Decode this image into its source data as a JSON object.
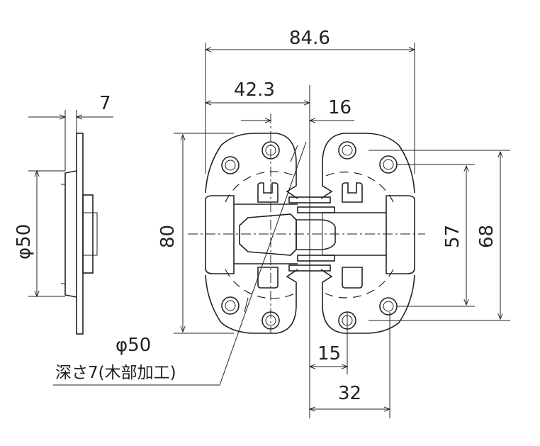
{
  "dimensions": {
    "overall_width": "84.6",
    "half_width": "42.3",
    "offset_16": "16",
    "thickness_7": "7",
    "side_diameter": "φ50",
    "height_80": "80",
    "hole_pitch_57": "57",
    "hole_pitch_68": "68",
    "offset_15": "15",
    "offset_32": "32"
  },
  "note": {
    "diameter": "φ50",
    "depth": "深さ7(木部加工)"
  }
}
